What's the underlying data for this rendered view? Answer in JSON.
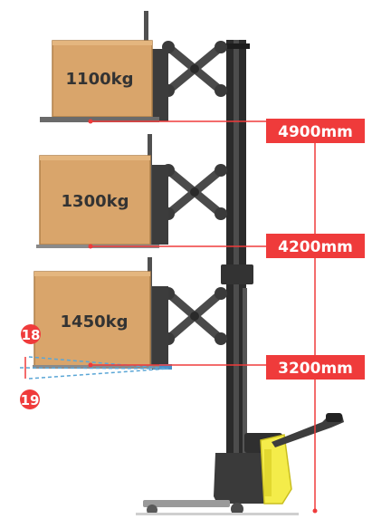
{
  "colors": {
    "accent": "#ef3b3b",
    "box_fill": "#d9a56b",
    "box_stroke": "#b0804a",
    "mast": "#2b2b2b",
    "scissor": "#4a4a4a",
    "body_yellow": "#f4ec4a",
    "dashed": "#5aa6d6"
  },
  "loads": [
    {
      "weight": "1100kg",
      "height": "4900mm"
    },
    {
      "weight": "1300kg",
      "height": "4200mm"
    },
    {
      "weight": "1450kg",
      "height": "3200mm"
    }
  ],
  "tilt_markers": [
    "18",
    "19"
  ]
}
